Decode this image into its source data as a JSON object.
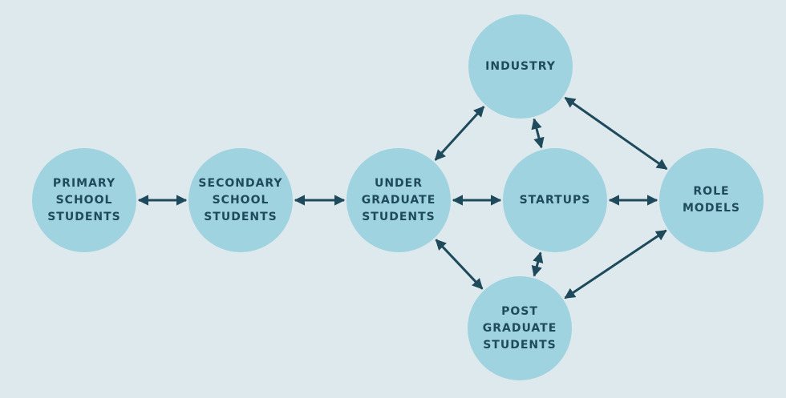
{
  "colors": {
    "background": "#dde9ed",
    "node": "#9fd3df",
    "text": "#1f4a5c",
    "arrow": "#1f4a5c"
  },
  "nodes": {
    "primary": {
      "lines": [
        "PRIMARY",
        "SCHOOL",
        "STUDENTS"
      ]
    },
    "secondary": {
      "lines": [
        "SECONDARY",
        "SCHOOL",
        "STUDENTS"
      ]
    },
    "undergrad": {
      "lines": [
        "UNDER",
        "GRADUATE",
        "STUDENTS"
      ]
    },
    "startups": {
      "lines": [
        "STARTUPS"
      ]
    },
    "role": {
      "lines": [
        "ROLE",
        "MODELS"
      ]
    },
    "industry": {
      "lines": [
        "INDUSTRY"
      ]
    },
    "postgrad": {
      "lines": [
        "POST",
        "GRADUATE",
        "STUDENTS"
      ]
    }
  },
  "edges": [
    {
      "from": "primary",
      "to": "secondary",
      "bidirectional": true
    },
    {
      "from": "secondary",
      "to": "undergrad",
      "bidirectional": true
    },
    {
      "from": "undergrad",
      "to": "startups",
      "bidirectional": true
    },
    {
      "from": "startups",
      "to": "role",
      "bidirectional": true
    },
    {
      "from": "undergrad",
      "to": "industry",
      "bidirectional": true
    },
    {
      "from": "industry",
      "to": "startups",
      "bidirectional": true
    },
    {
      "from": "industry",
      "to": "role",
      "bidirectional": true
    },
    {
      "from": "undergrad",
      "to": "postgrad",
      "bidirectional": true
    },
    {
      "from": "startups",
      "to": "postgrad",
      "bidirectional": true
    },
    {
      "from": "postgrad",
      "to": "role",
      "bidirectional": true
    }
  ]
}
